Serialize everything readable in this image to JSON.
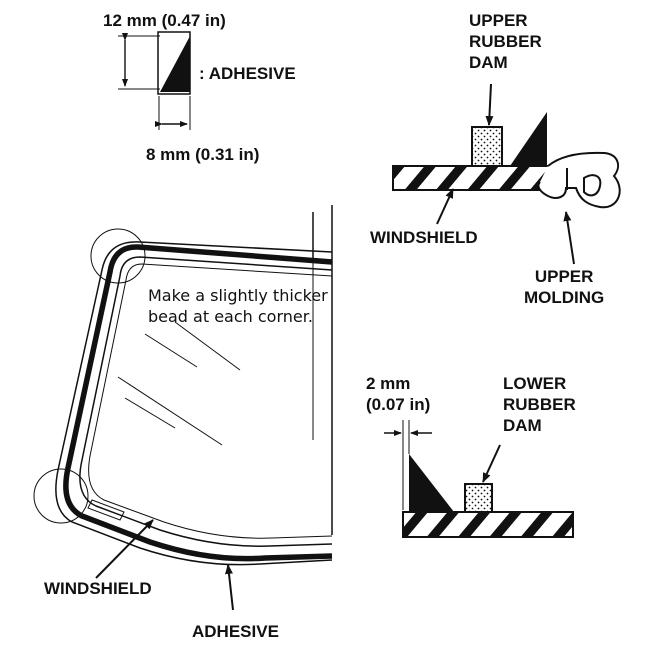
{
  "colors": {
    "ink": "#111111",
    "paper": "#ffffff"
  },
  "labels": {
    "dim_height": "12 mm (0.47 in)",
    "adhesive_key": ": ADHESIVE",
    "dim_width": "8 mm (0.31 in)",
    "upper_rubber_dam": [
      "UPPER",
      "RUBBER",
      "DAM"
    ],
    "windshield_upper": "WINDSHIELD",
    "upper_molding": [
      "UPPER",
      "MOLDING"
    ],
    "corner_note": [
      "Make a slightly thicker",
      "bead at each corner."
    ],
    "dim_gap": [
      "2 mm",
      "(0.07 in)"
    ],
    "lower_rubber_dam": [
      "LOWER",
      "RUBBER",
      "DAM"
    ],
    "windshield_main": "WINDSHIELD",
    "adhesive_main": "ADHESIVE"
  }
}
